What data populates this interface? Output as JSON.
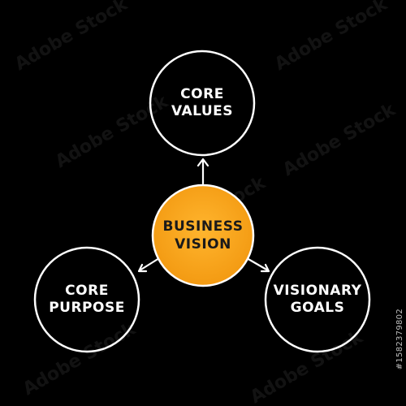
{
  "diagram": {
    "center": {
      "label": "BUSINESS\nVISION",
      "color": "#f7a21b"
    },
    "nodes": [
      {
        "id": "core-values",
        "label": "CORE\nVALUES"
      },
      {
        "id": "core-purpose",
        "label": "CORE\nPURPOSE"
      },
      {
        "id": "visionary-goals",
        "label": "VISIONARY\nGOALS"
      }
    ],
    "background": "#000000",
    "line_color": "#ffffff"
  },
  "watermark": {
    "text": "Adobe Stock"
  },
  "stock_id": "#1582379802"
}
